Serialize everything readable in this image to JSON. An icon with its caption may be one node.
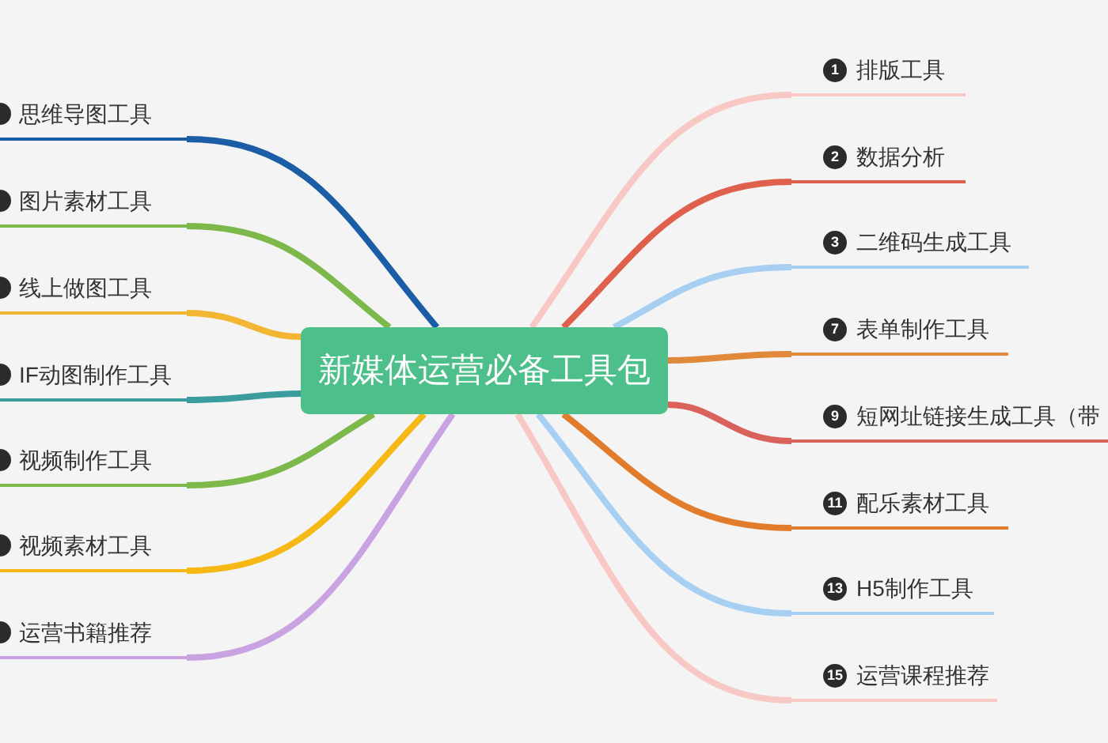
{
  "diagram": {
    "nodes": [
      {
        "text": [
          "新媒体运营必备工具包"
        ]
      },
      {
        "text": [
          "思维导图工具"
        ]
      },
      {
        "text": [
          "图片素材工具"
        ]
      },
      {
        "text": [
          "线上做图工具"
        ]
      },
      {
        "text": [
          "IF动图制作工具"
        ]
      },
      {
        "text": [
          "视频制作工具"
        ]
      },
      {
        "text": [
          "视频素材工具"
        ]
      },
      {
        "text": [
          "运营书籍推荐"
        ]
      },
      {
        "text": [
          "1",
          "排版工具"
        ]
      },
      {
        "text": [
          "2",
          "数据分析"
        ]
      },
      {
        "text": [
          "3",
          "二维码生成工具"
        ]
      },
      {
        "text": [
          "7",
          "表单制作工具"
        ]
      },
      {
        "text": [
          "9",
          "短网址链接生成工具（带"
        ]
      },
      {
        "text": [
          "11",
          "配乐素材工具"
        ]
      },
      {
        "text": [
          "13",
          "H5制作工具"
        ]
      },
      {
        "text": [
          "15",
          "运营课程推荐"
        ]
      }
    ],
    "edges": [
      {
        "from": 0,
        "to": 1,
        "arrow": "none",
        "color": "#1b5ea6"
      },
      {
        "from": 0,
        "to": 2,
        "arrow": "none",
        "color": "#7cb84a"
      },
      {
        "from": 0,
        "to": 3,
        "arrow": "none",
        "color": "#f2b632"
      },
      {
        "from": 0,
        "to": 4,
        "arrow": "none",
        "color": "#3a9c9c"
      },
      {
        "from": 0,
        "to": 5,
        "arrow": "none",
        "color": "#7cb84a"
      },
      {
        "from": 0,
        "to": 6,
        "arrow": "none",
        "color": "#f5b814"
      },
      {
        "from": 0,
        "to": 7,
        "arrow": "none",
        "color": "#c9a2e2"
      },
      {
        "from": 0,
        "to": 8,
        "arrow": "none",
        "color": "#f8c8c4"
      },
      {
        "from": 0,
        "to": 9,
        "arrow": "none",
        "color": "#e0604e"
      },
      {
        "from": 0,
        "to": 10,
        "arrow": "none",
        "color": "#a6cff2"
      },
      {
        "from": 0,
        "to": 11,
        "arrow": "none",
        "color": "#e0893a"
      },
      {
        "from": 0,
        "to": 12,
        "arrow": "none",
        "color": "#d9625c"
      },
      {
        "from": 0,
        "to": 13,
        "arrow": "none",
        "color": "#e07c2c"
      },
      {
        "from": 0,
        "to": 14,
        "arrow": "none",
        "color": "#a6cff2"
      },
      {
        "from": 0,
        "to": 15,
        "arrow": "none",
        "color": "#f8c8c4"
      }
    ]
  }
}
